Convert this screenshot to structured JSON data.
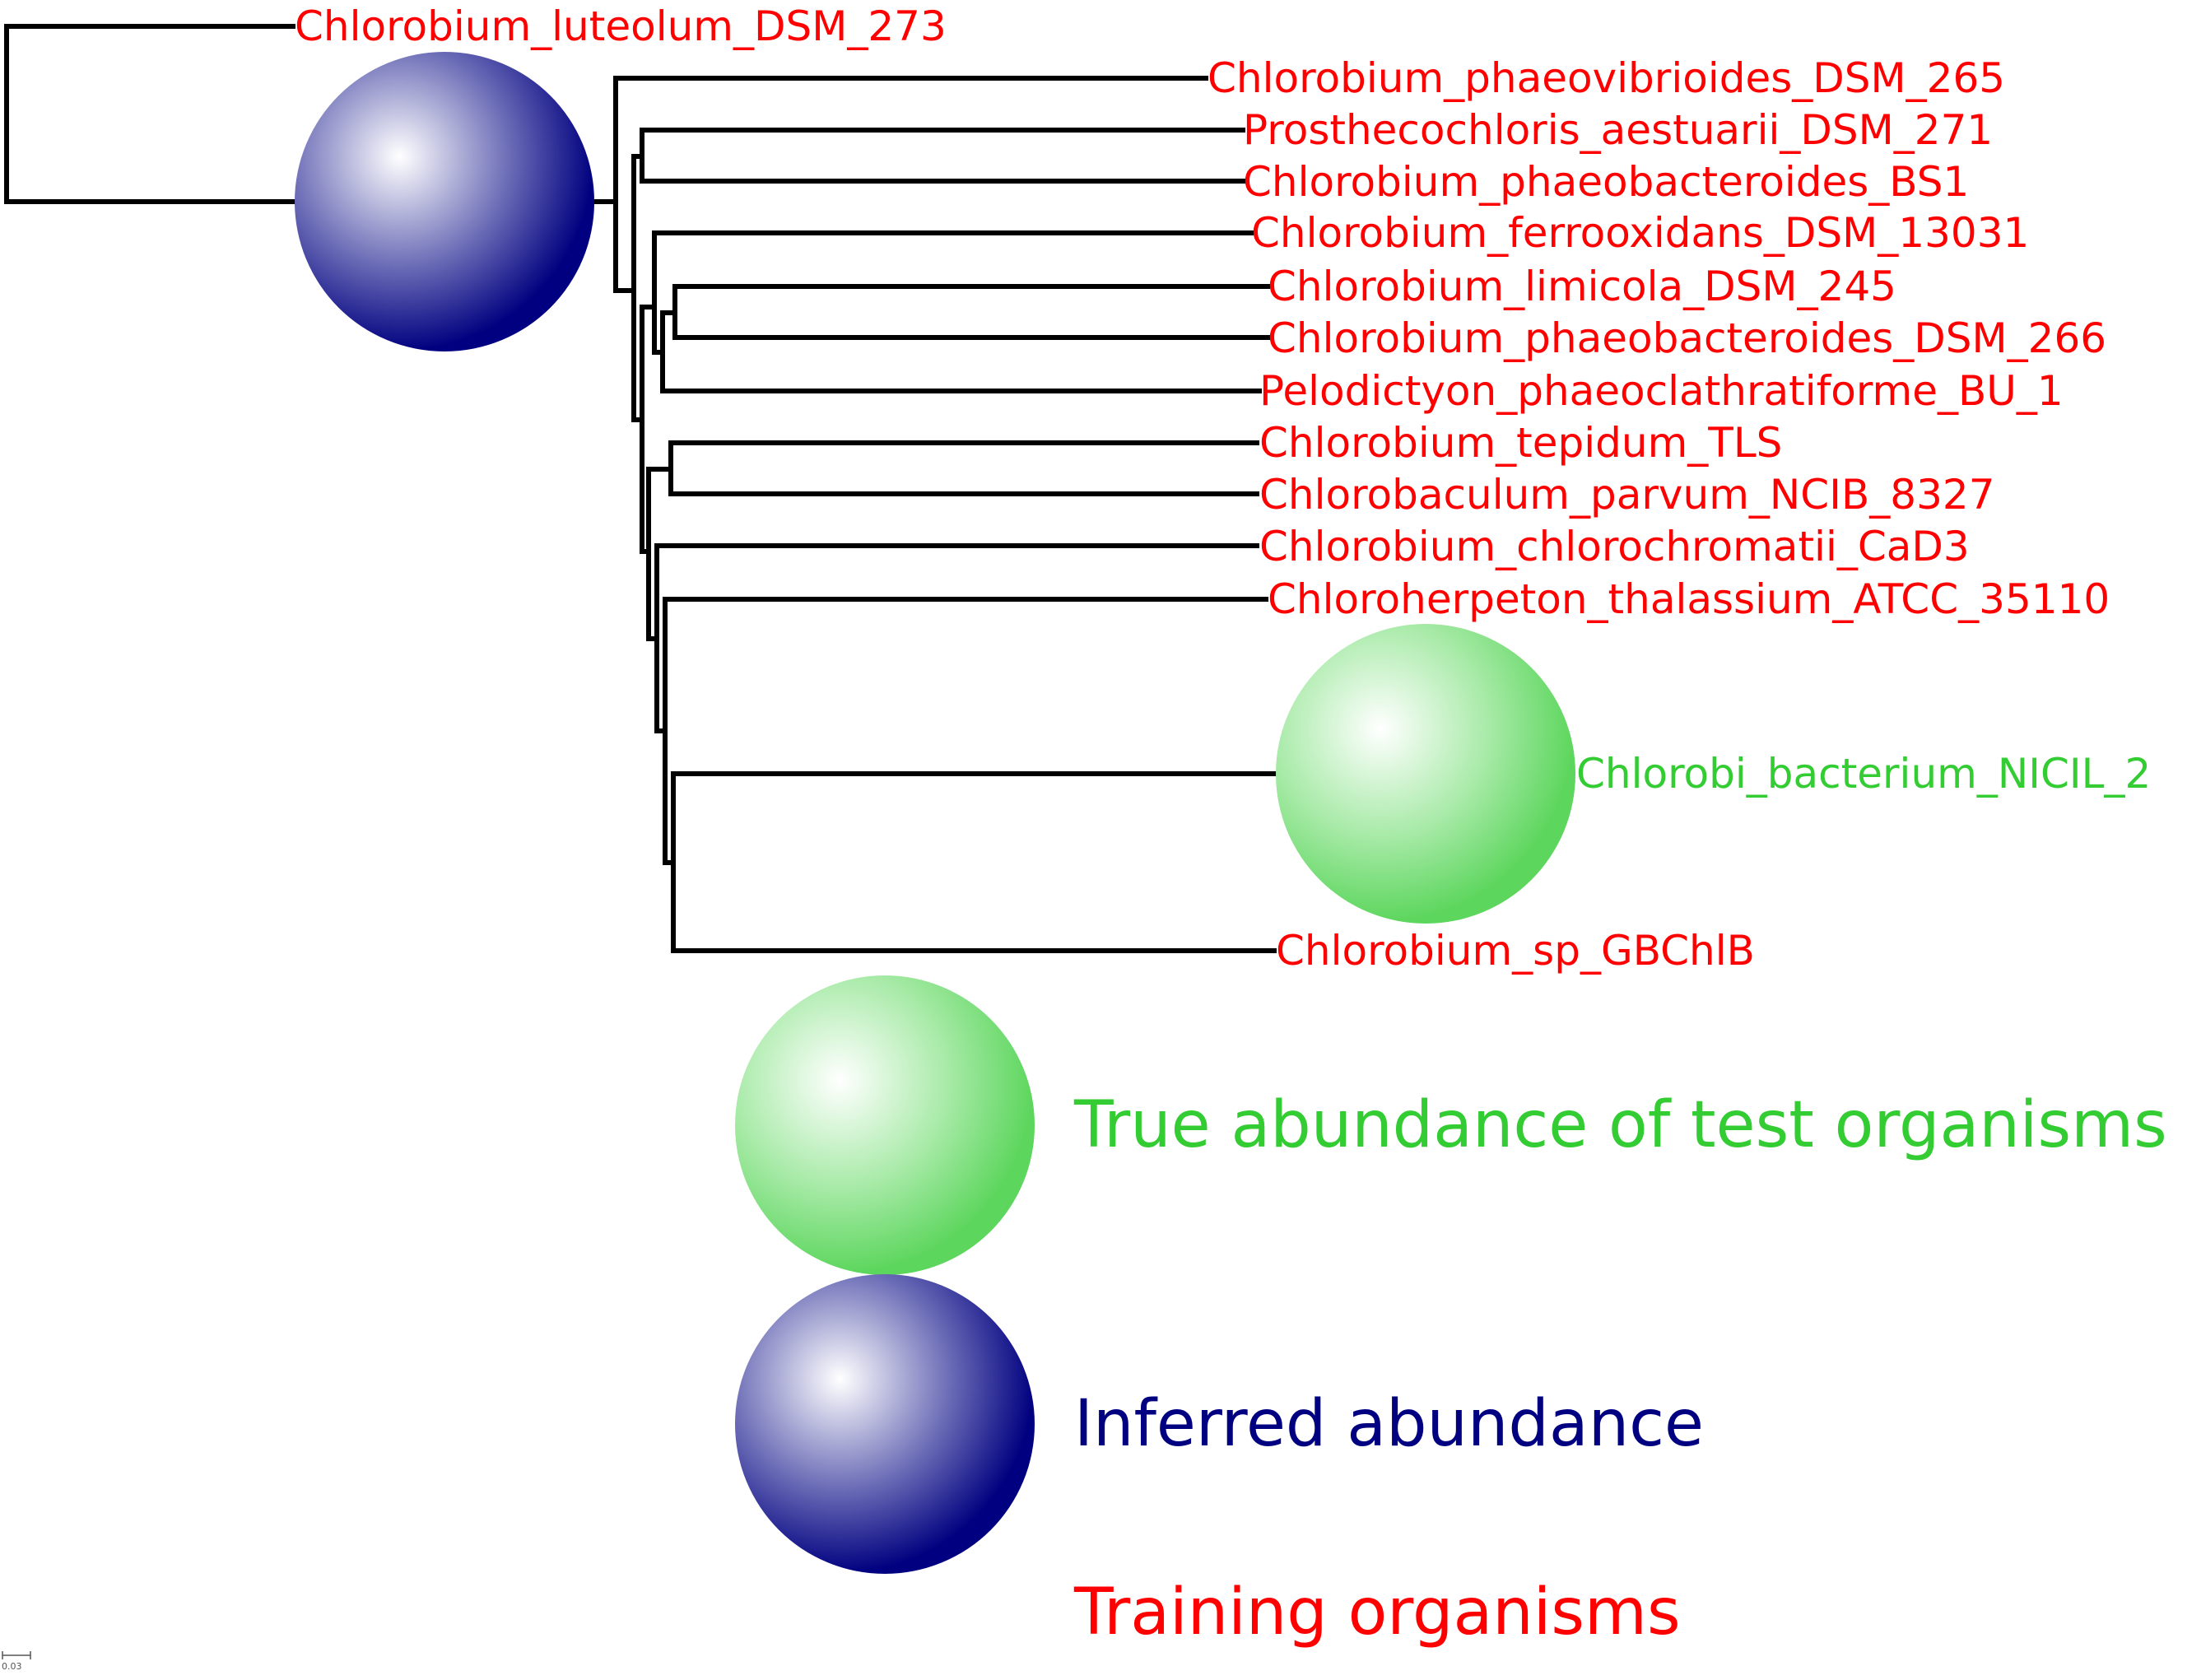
{
  "tree": {
    "leaves": [
      {
        "id": "luteolum",
        "label": "Chlorobium_luteolum_DSM_273",
        "group": "training"
      },
      {
        "id": "phaeovibrioides",
        "label": "Chlorobium_phaeovibrioides_DSM_265",
        "group": "training"
      },
      {
        "id": "aestuarii",
        "label": "Prosthecochloris_aestuarii_DSM_271",
        "group": "training"
      },
      {
        "id": "phaeobacteroides_bs1",
        "label": "Chlorobium_phaeobacteroides_BS1",
        "group": "training"
      },
      {
        "id": "ferrooxidans",
        "label": "Chlorobium_ferrooxidans_DSM_13031",
        "group": "training"
      },
      {
        "id": "limicola",
        "label": "Chlorobium_limicola_DSM_245",
        "group": "training"
      },
      {
        "id": "phaeobacteroides_dsm266",
        "label": "Chlorobium_phaeobacteroides_DSM_266",
        "group": "training"
      },
      {
        "id": "pelodictyon",
        "label": "Pelodictyon_phaeoclathratiforme_BU_1",
        "group": "training"
      },
      {
        "id": "tepidum",
        "label": "Chlorobium_tepidum_TLS",
        "group": "training"
      },
      {
        "id": "parvum",
        "label": "Chlorobaculum_parvum_NCIB_8327",
        "group": "training"
      },
      {
        "id": "chlorochromatii",
        "label": "Chlorobium_chlorochromatii_CaD3",
        "group": "training"
      },
      {
        "id": "thalassium",
        "label": "Chloroherpeton_thalassium_ATCC_35110",
        "group": "training"
      },
      {
        "id": "nicil2",
        "label": "Chlorobi_bacterium_NICIL_2",
        "group": "test"
      },
      {
        "id": "gbchlb",
        "label": "Chlorobium_sp_GBChlB",
        "group": "training"
      }
    ],
    "markers": [
      {
        "type": "inferred",
        "on_node": "ingroup-root"
      },
      {
        "type": "true",
        "on_leaf": "nicil2"
      }
    ]
  },
  "legend": {
    "true_abundance": "True abundance of test organisms",
    "inferred_abundance": "Inferred abundance",
    "training": "Training organisms"
  },
  "scale_bar": {
    "label": "0.03"
  },
  "colors": {
    "training": "#ff0000",
    "test": "#33cc33",
    "inferred": "#000080",
    "true": "#66dd66",
    "branch": "#000000"
  }
}
